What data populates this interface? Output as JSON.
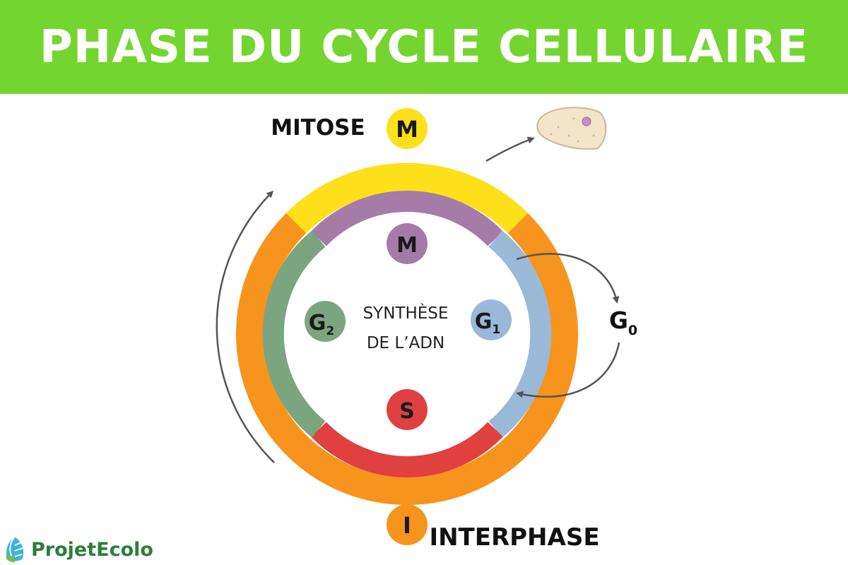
{
  "header": {
    "title": "PHASE DU CYCLE CELLULAIRE"
  },
  "outer_labels": {
    "mitose": "MITOSE",
    "interphase": "INTERPHASE"
  },
  "badges": {
    "top_m": "M",
    "inner_m": "M",
    "g2": "G",
    "g2_sub": "2",
    "g1": "G",
    "g1_sub": "1",
    "s": "S",
    "bottom_i": "I"
  },
  "g0": {
    "label": "G",
    "sub": "0"
  },
  "center_text": {
    "line1": "SYNTHÈSE",
    "line2": "DE L’ADN"
  },
  "brand": {
    "name": "ProjetEcolo"
  },
  "colors": {
    "header_green": "#74d531",
    "mitose_yellow": "#fde01a",
    "interphase_orange": "#f7941d",
    "m_purple": "#a57ba8",
    "g1_blue": "#9ab9d8",
    "s_red": "#e04040",
    "g2_green": "#7ba57f",
    "arrow_gray": "#555555",
    "cell_beige": "#f2e4c8"
  }
}
